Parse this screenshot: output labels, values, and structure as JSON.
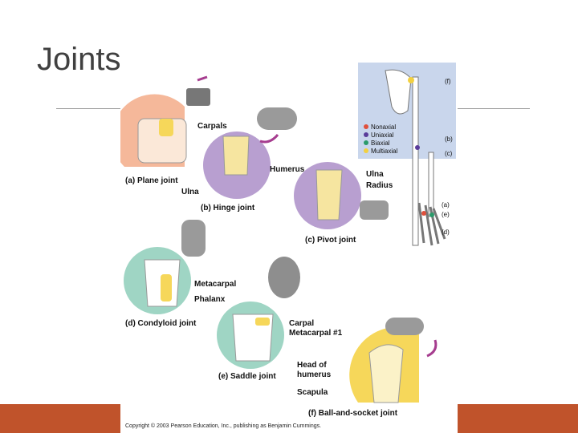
{
  "slide": {
    "title": "Joints"
  },
  "colors": {
    "footer": "#c0532b",
    "peach": "#f5b89a",
    "lavender": "#b89fd0",
    "mint": "#9fd5c4",
    "yellow": "#f6d75a",
    "lightblue": "#c9d6ec",
    "arrow": "#a63d8f"
  },
  "figure": {
    "labels": {
      "plane_name": "(a) Plane joint",
      "carpals": "Carpals",
      "ulna_a": "Ulna",
      "hinge_name": "(b) Hinge joint",
      "humerus": "Humerus",
      "pivot_name": "(c) Pivot joint",
      "ulna_c": "Ulna",
      "radius": "Radius",
      "condyloid_name": "(d) Condyloid joint",
      "metacarpal": "Metacarpal",
      "phalanx": "Phalanx",
      "saddle_name": "(e) Saddle joint",
      "carpal": "Carpal",
      "metacarpal1": "Metacarpal #1",
      "ball_name": "(f) Ball-and-socket joint",
      "head_of": "Head of",
      "humerus2": "humerus",
      "scapula": "Scapula"
    },
    "legend": [
      "Nonaxial",
      "Uniaxial",
      "Biaxial",
      "Multiaxial"
    ],
    "legend_colors": [
      "#e0503c",
      "#5a3c9a",
      "#2a9a6a",
      "#f2d040"
    ],
    "callouts": [
      "(f)",
      "(b)",
      "(c)",
      "(a)",
      "(e)",
      "(d)"
    ],
    "copyright": "Copyright © 2003 Pearson Education, Inc., publishing as Benjamin Cummings."
  }
}
